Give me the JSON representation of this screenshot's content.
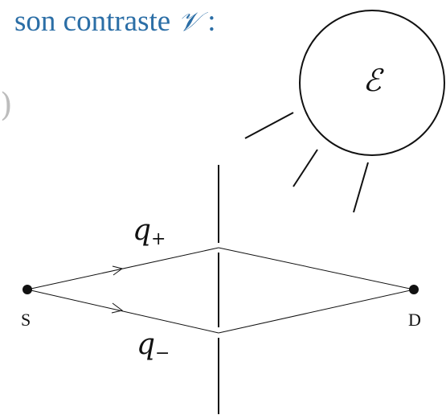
{
  "heading": {
    "text": "son contraste",
    "symbol": "𝒱",
    "colon": ":"
  },
  "paren": ")",
  "environment_label": "ℰ",
  "path_upper_label_base": "q",
  "path_upper_label_sub": "+",
  "path_lower_label_base": "q",
  "path_lower_label_sub": "−",
  "source_label": "S",
  "detector_label": "D"
}
